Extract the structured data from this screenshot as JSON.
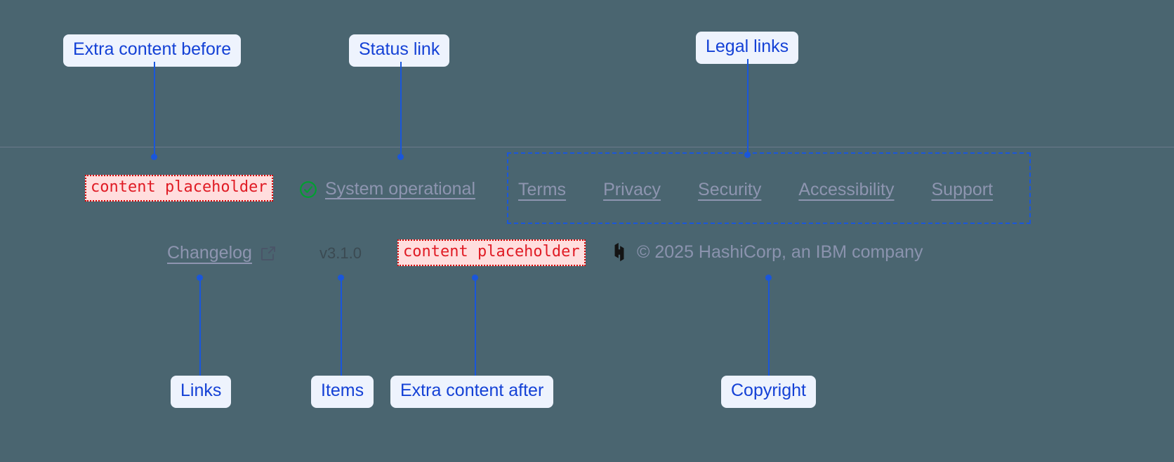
{
  "annotations": {
    "extra_before": "Extra content before",
    "status_link": "Status link",
    "legal_links": "Legal links",
    "links": "Links",
    "items": "Items",
    "extra_after": "Extra content after",
    "copyright": "Copyright"
  },
  "footer": {
    "placeholder_before": "content placeholder",
    "placeholder_after": "content placeholder",
    "status": {
      "icon": "check-circle-icon",
      "label": "System operational"
    },
    "legal": [
      {
        "label": "Terms"
      },
      {
        "label": "Privacy"
      },
      {
        "label": "Security"
      },
      {
        "label": "Accessibility"
      },
      {
        "label": "Support"
      }
    ],
    "changelog": {
      "label": "Changelog",
      "icon": "external-link-icon"
    },
    "version": "v3.1.0",
    "copyright": {
      "logo": "hashicorp-logo",
      "text": "© 2025 HashiCorp, an IBM company"
    }
  },
  "colors": {
    "background": "#4a6570",
    "annotation_accent": "#1a56db",
    "annotation_pill_bg": "#eef3fd",
    "placeholder_text": "#e01b24",
    "placeholder_bg": "#ffdede",
    "status_ok": "#00a030",
    "muted_text": "#8e95b0"
  }
}
